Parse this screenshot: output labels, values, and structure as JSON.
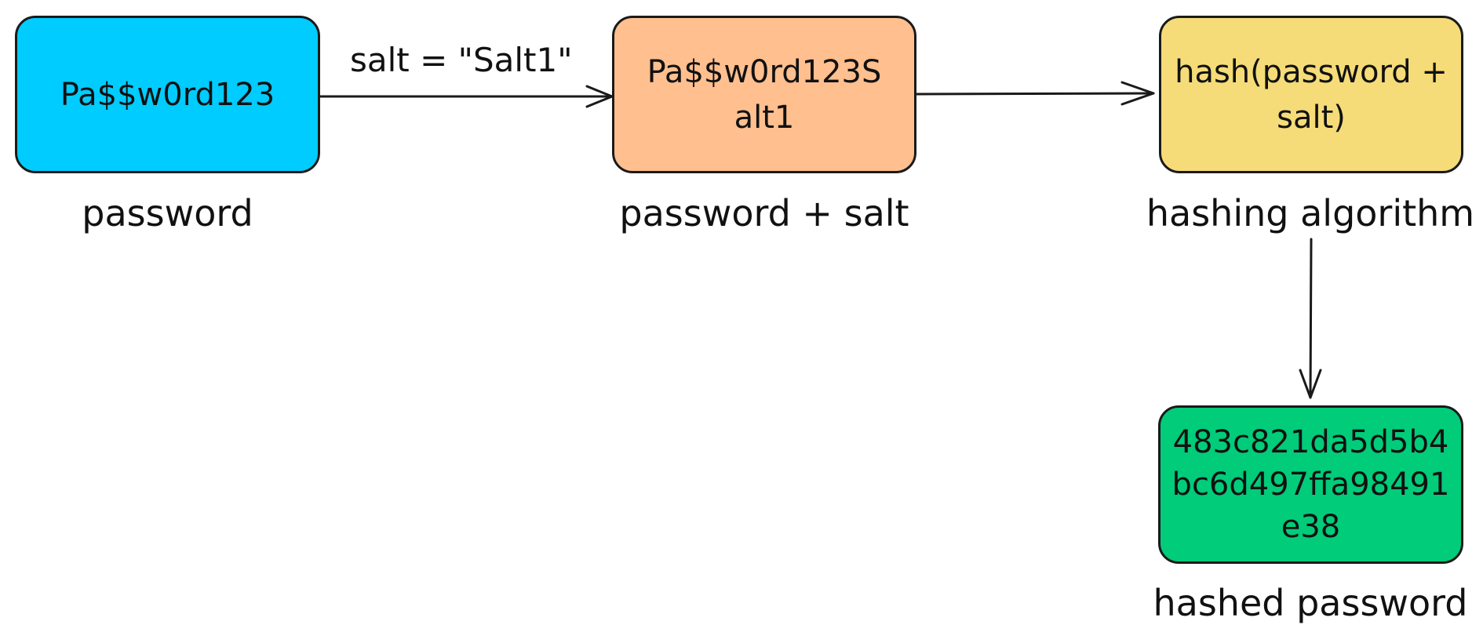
{
  "nodes": {
    "password": {
      "text": "Pa$$w0rd123",
      "caption": "password",
      "fill": "#00CCFF"
    },
    "salted": {
      "text": "Pa$$w0rd123S\nalt1",
      "caption": "password + salt",
      "fill": "#FFBF8F"
    },
    "hash": {
      "text": "hash(password +\nsalt)",
      "caption": "hashing algorithm",
      "fill": "#F5DC78"
    },
    "hashed": {
      "text": "483c821da5d5b4\nbc6d497ffa98491\ne38",
      "caption": "hashed password",
      "fill": "#00CC7A"
    }
  },
  "edges": {
    "salt_label": "salt = \"Salt1\""
  },
  "colors": {
    "stroke": "#1a1a1a"
  }
}
